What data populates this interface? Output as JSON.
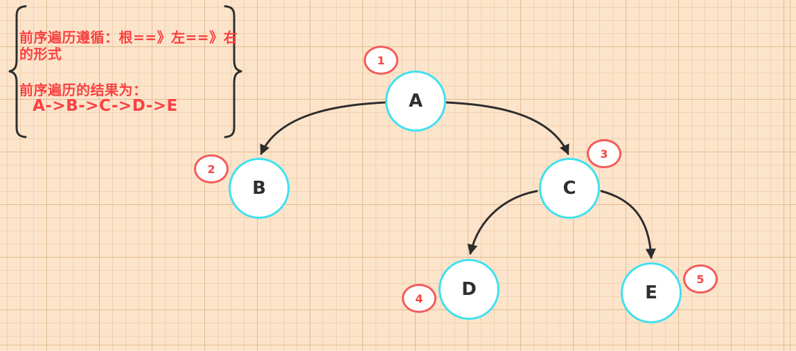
{
  "annotation": {
    "rule_line1": "前序遍历遵循：根==》左==》右",
    "rule_line2": "的形式",
    "result_label": "前序遍历的结果为：",
    "result_sequence": "A->B->C->D->E"
  },
  "tree": {
    "nodes": [
      {
        "label": "A",
        "visit_order": "1"
      },
      {
        "label": "B",
        "visit_order": "2"
      },
      {
        "label": "C",
        "visit_order": "3"
      },
      {
        "label": "D",
        "visit_order": "4"
      },
      {
        "label": "E",
        "visit_order": "5"
      }
    ],
    "edges": [
      {
        "from": "A",
        "to": "B"
      },
      {
        "from": "A",
        "to": "C"
      },
      {
        "from": "C",
        "to": "D"
      },
      {
        "from": "C",
        "to": "E"
      }
    ]
  },
  "colors": {
    "background": "#FCE4CB",
    "grid_minor": "#ECCBA6",
    "grid_major": "#E0B78A",
    "node_border": "#40E0F0",
    "node_fill": "#FFFFFF",
    "node_text": "#2F2F2F",
    "badge_border": "#F25C5C",
    "badge_text": "#F24747",
    "annotation_text": "#FA4141",
    "stroke": "#2D2D2D"
  }
}
